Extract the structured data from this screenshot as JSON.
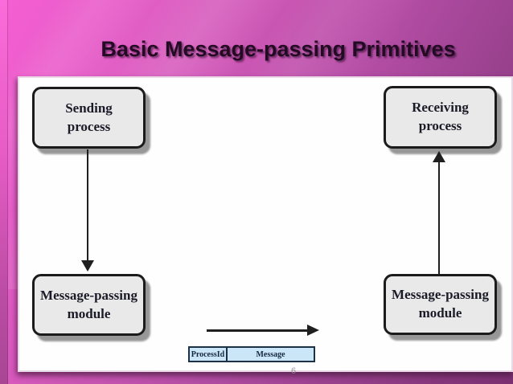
{
  "slide": {
    "title": "Basic Message-passing Primitives",
    "page_number": "6"
  },
  "diagram": {
    "boxes": {
      "sending": "Sending\nprocess",
      "receiving": "Receiving\nprocess",
      "module_left": "Message-passing\nmodule",
      "module_right": "Message-passing\nmodule"
    },
    "message_frame": {
      "field_process_id": "ProcessId",
      "field_message": "Message"
    },
    "arrows": [
      {
        "name": "send-to-module",
        "direction": "down"
      },
      {
        "name": "module-to-receive",
        "direction": "up"
      },
      {
        "name": "network-transfer",
        "direction": "right"
      }
    ]
  },
  "colors": {
    "background_bright": "#f55fd2",
    "background_dark": "#7c3173",
    "panel_background": "#fefefe",
    "box_fill": "#e9e9e9",
    "box_border": "#1b1b1b",
    "frame_fill": "#cbe7f7",
    "frame_border": "#1c3048",
    "arrow": "#1f1f1f",
    "title_text": "#240b24"
  }
}
